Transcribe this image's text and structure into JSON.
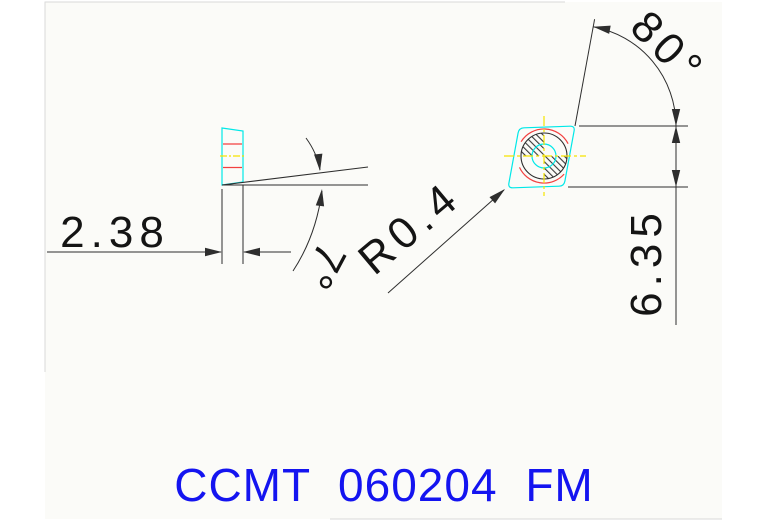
{
  "drawing": {
    "type_label": "CCMT 060204 FM",
    "dims": {
      "thickness": "2.38",
      "relief_angle": "7°",
      "nose_radius": "R0.4",
      "corner_angle": "80°",
      "edge_height": "6.35"
    },
    "colors": {
      "geometry": "#2e2e2e",
      "outline": "#00e8e8",
      "aux_red": "#f24040",
      "centerline": "#f5e400",
      "label_blue": "#1414f0",
      "frame": "#d9d9d9",
      "canvas_bg": "#fbfbf8"
    }
  }
}
